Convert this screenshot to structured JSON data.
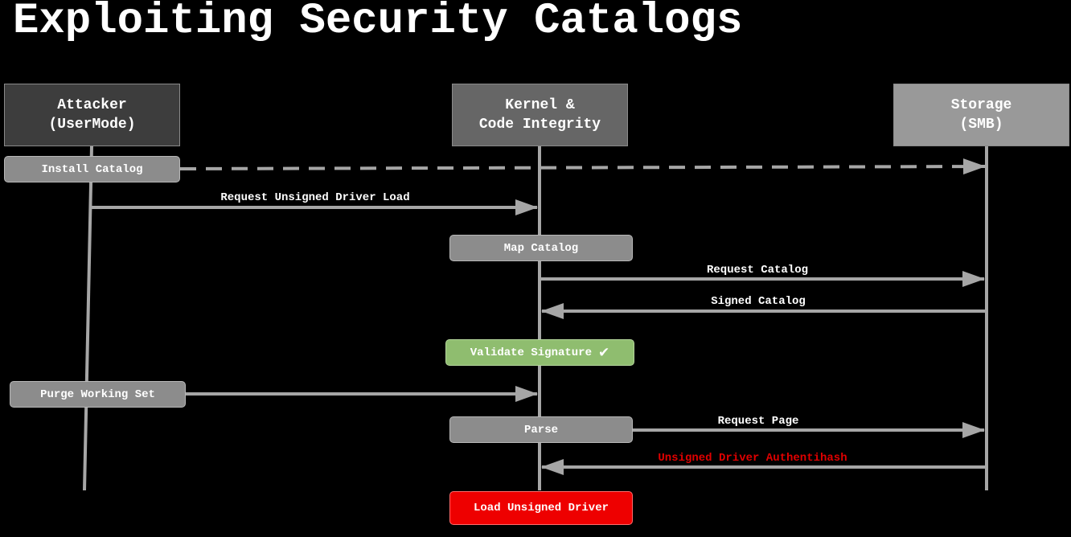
{
  "title": "Exploiting Security Catalogs",
  "actors": {
    "attacker": {
      "line1": "Attacker",
      "line2": "(UserMode)",
      "color": "#3d3d3d"
    },
    "kernel": {
      "line1": "Kernel &",
      "line2": "Code Integrity",
      "color": "#666666"
    },
    "storage": {
      "line1": "Storage",
      "line2": "(SMB)",
      "color": "#999999"
    }
  },
  "steps": {
    "install_catalog": "Install Catalog",
    "map_catalog": "Map Catalog",
    "validate_signature": "Validate Signature",
    "validate_check": "✔",
    "purge_working_set": "Purge Working Set",
    "parse": "Parse",
    "load_unsigned_driver": "Load Unsigned Driver"
  },
  "messages": {
    "request_unsigned_driver_load": "Request Unsigned Driver Load",
    "request_catalog": "Request Catalog",
    "signed_catalog": "Signed Catalog",
    "request_page": "Request Page",
    "unsigned_driver_authentihash": "Unsigned Driver Authentihash"
  },
  "colors": {
    "line": "#a6a6a6",
    "step_gray": "#8c8c8c",
    "step_green": "#8fbd6f",
    "step_red": "#ee0000",
    "text_red": "#e00000"
  }
}
